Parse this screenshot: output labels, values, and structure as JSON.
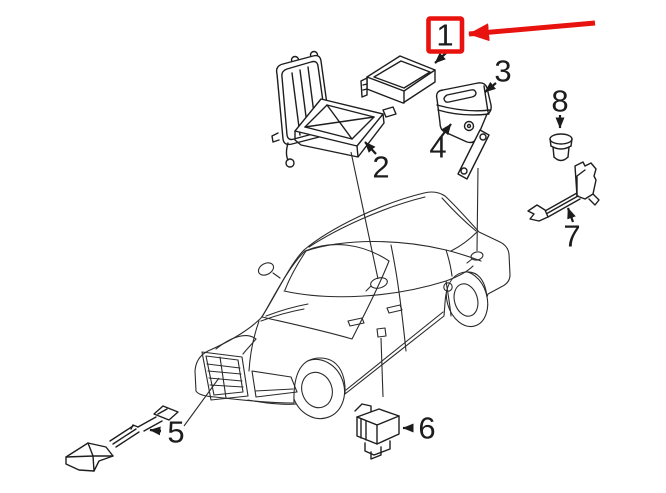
{
  "diagram": {
    "type": "vehicle-parts-line-diagram",
    "background_color": "#ffffff",
    "line_color": "#2b2b2b",
    "highlight_color": "#e8120e",
    "highlighted_callout": "1",
    "callouts": [
      {
        "id": "1",
        "label": "1",
        "highlighted": true,
        "drawing": "control-module"
      },
      {
        "id": "2",
        "label": "2",
        "highlighted": false,
        "drawing": "mounting-tray-with-lid"
      },
      {
        "id": "3",
        "label": "3",
        "highlighted": false,
        "drawing": "sensor-upper-cover"
      },
      {
        "id": "4",
        "label": "4",
        "highlighted": false,
        "drawing": "sensor-lower-housing"
      },
      {
        "id": "5",
        "label": "5",
        "highlighted": false,
        "drawing": "front-antenna-bracket"
      },
      {
        "id": "6",
        "label": "6",
        "highlighted": false,
        "drawing": "door-sensor-box"
      },
      {
        "id": "7",
        "label": "7",
        "highlighted": false,
        "drawing": "rear-bracket-arm"
      },
      {
        "id": "8",
        "label": "8",
        "highlighted": false,
        "drawing": "grommet-plug"
      }
    ]
  }
}
